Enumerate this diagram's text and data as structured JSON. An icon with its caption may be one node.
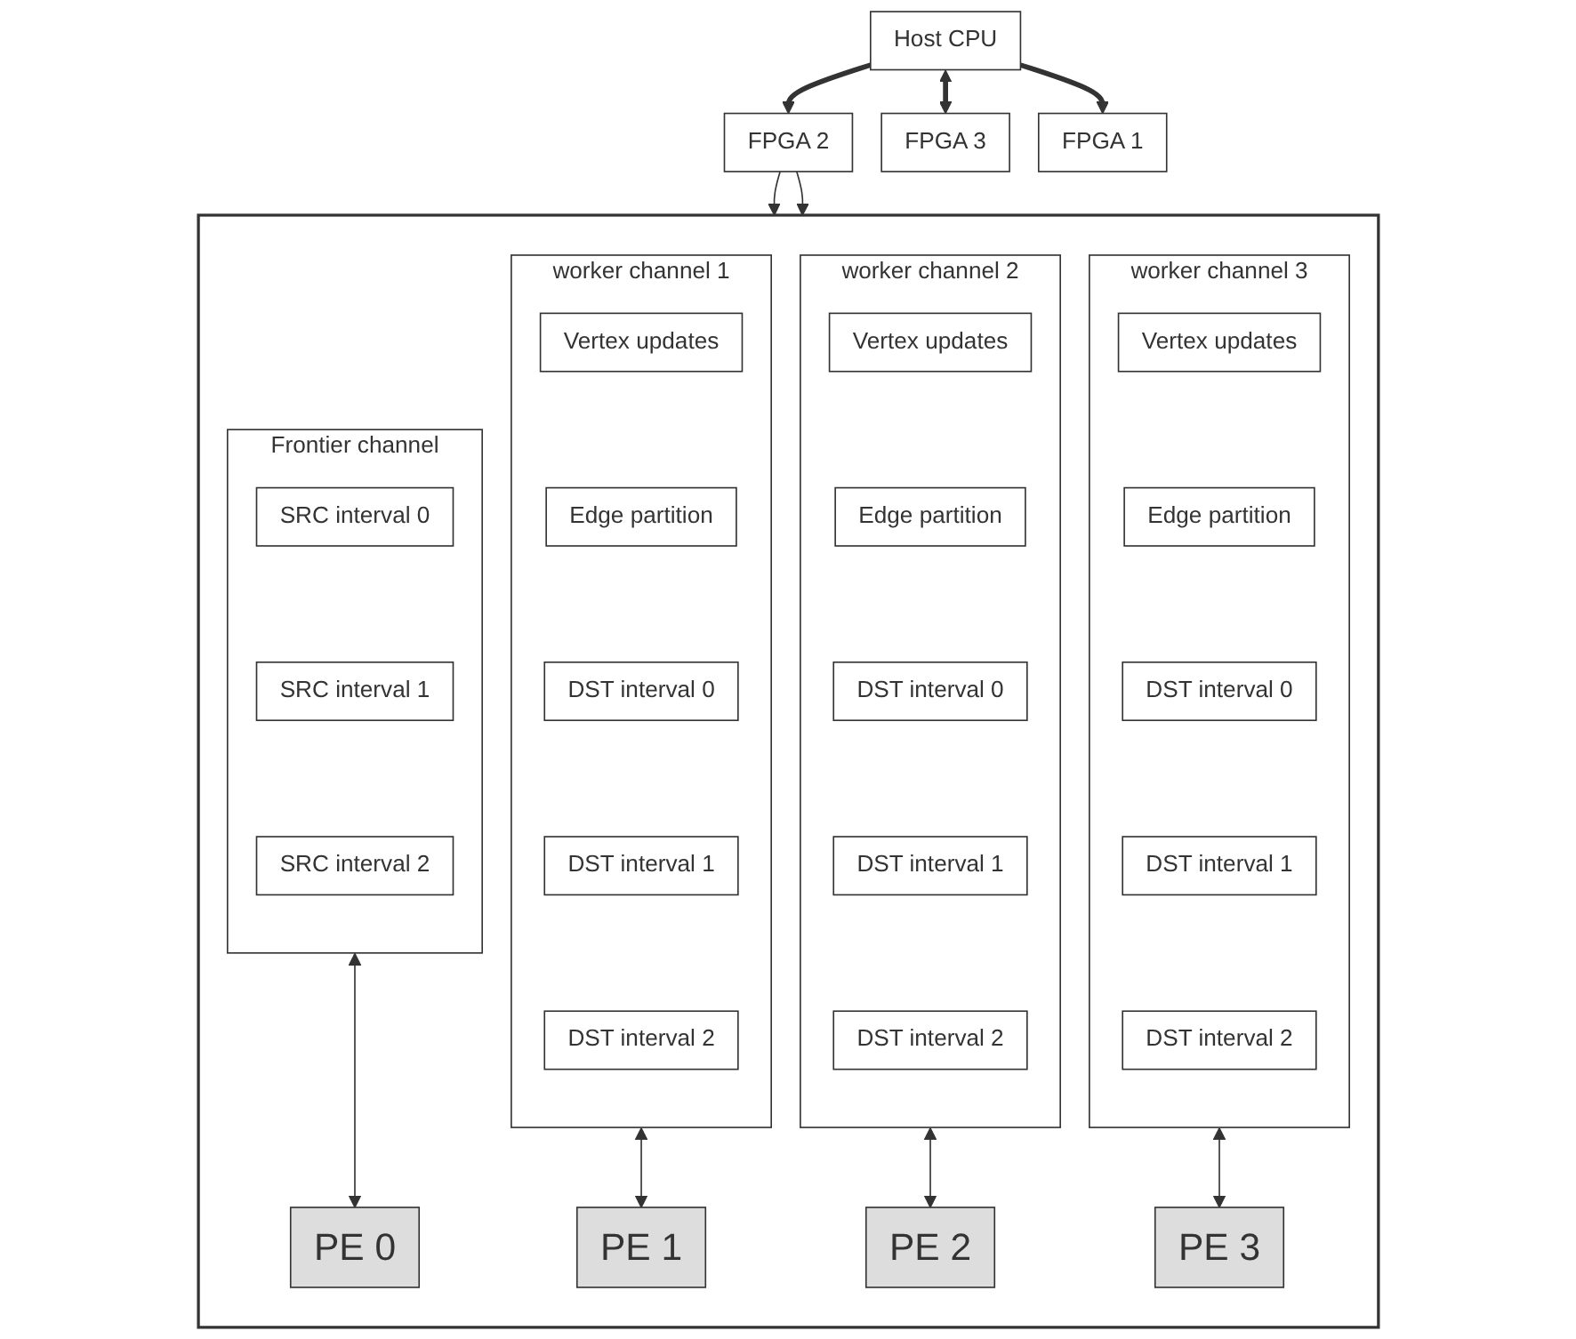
{
  "diagram": {
    "nodes": [
      {
        "text": [
          "Host CPU"
        ]
      },
      {
        "text": [
          "FPGA 2"
        ]
      },
      {
        "text": [
          "FPGA 3"
        ]
      },
      {
        "text": [
          "FPGA 1"
        ]
      },
      {
        "text": [],
        "shape": "box"
      },
      {
        "text": [
          "Frontier channel"
        ],
        "in": 4
      },
      {
        "text": [
          "SRC interval 0"
        ],
        "in": 5
      },
      {
        "text": [
          "SRC interval 1"
        ],
        "in": 5
      },
      {
        "text": [
          "SRC interval 2"
        ],
        "in": 5
      },
      {
        "text": [
          "worker channel 1"
        ],
        "in": 4
      },
      {
        "text": [
          "Vertex updates"
        ],
        "in": 9
      },
      {
        "text": [
          "Edge partition"
        ],
        "in": 9
      },
      {
        "text": [
          "DST interval 0"
        ],
        "in": 9
      },
      {
        "text": [
          "DST interval 1"
        ],
        "in": 9
      },
      {
        "text": [
          "DST interval 2"
        ],
        "in": 9
      },
      {
        "text": [
          "worker channel 2"
        ],
        "in": 4
      },
      {
        "text": [
          "Vertex updates"
        ],
        "in": 15
      },
      {
        "text": [
          "Edge partition"
        ],
        "in": 15
      },
      {
        "text": [
          "DST interval 0"
        ],
        "in": 15
      },
      {
        "text": [
          "DST interval 1"
        ],
        "in": 15
      },
      {
        "text": [
          "DST interval 2"
        ],
        "in": 15
      },
      {
        "text": [
          "worker channel 3"
        ],
        "in": 4
      },
      {
        "text": [
          "Vertex updates"
        ],
        "in": 21
      },
      {
        "text": [
          "Edge partition"
        ],
        "in": 21
      },
      {
        "text": [
          "DST interval 0"
        ],
        "in": 21
      },
      {
        "text": [
          "DST interval 1"
        ],
        "in": 21
      },
      {
        "text": [
          "DST interval 2"
        ],
        "in": 21
      },
      {
        "text": [
          "PE 0"
        ],
        "in": 4
      },
      {
        "text": [
          "PE 1"
        ],
        "in": 4
      },
      {
        "text": [
          "PE 2"
        ],
        "in": 4
      },
      {
        "text": [
          "PE 3"
        ],
        "in": 4
      }
    ],
    "edges": [
      {
        "from": 0,
        "to": 1,
        "arrow": "to",
        "style": "thick"
      },
      {
        "from": 0,
        "to": 2,
        "arrow": "both",
        "style": "thick"
      },
      {
        "from": 0,
        "to": 3,
        "arrow": "to",
        "style": "thick"
      },
      {
        "from": 1,
        "to": 4,
        "arrow": "to"
      },
      {
        "from": 1,
        "to": 4,
        "arrow": "to"
      },
      {
        "from": 5,
        "to": 27,
        "arrow": "both"
      },
      {
        "from": 9,
        "to": 28,
        "arrow": "both"
      },
      {
        "from": 15,
        "to": 29,
        "arrow": "both"
      },
      {
        "from": 21,
        "to": 30,
        "arrow": "both"
      }
    ]
  }
}
